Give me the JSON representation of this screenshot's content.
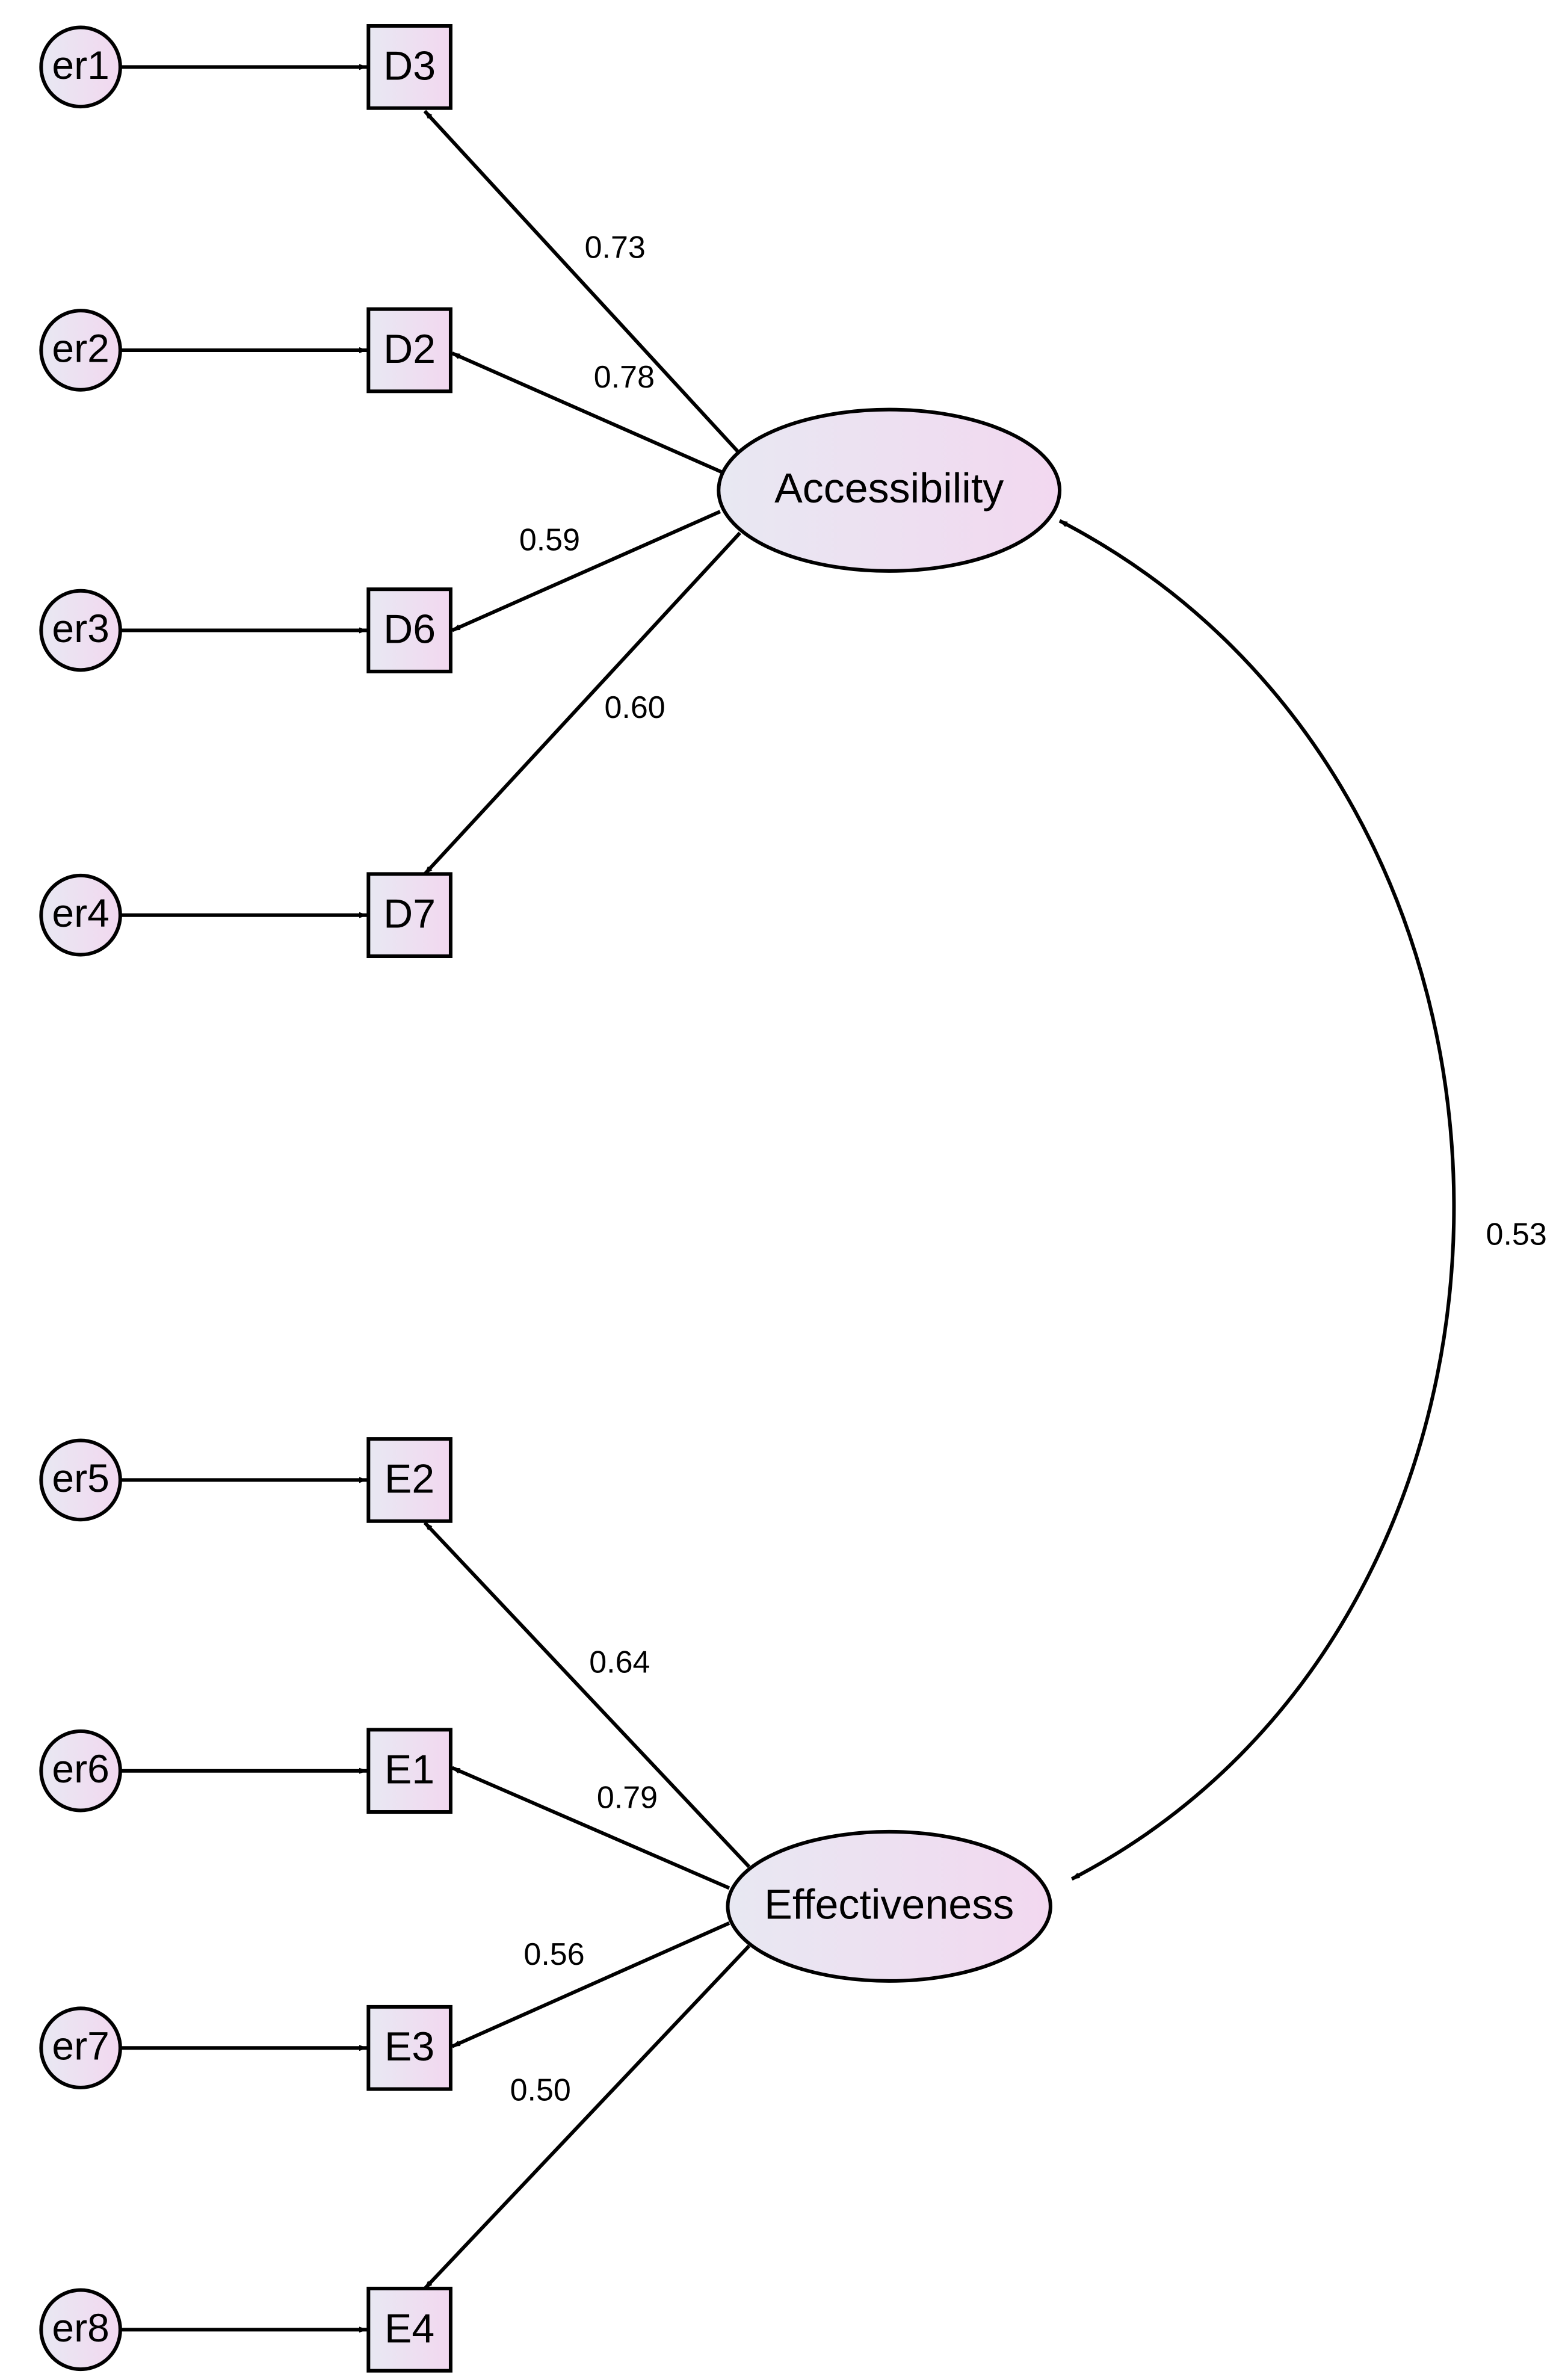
{
  "colors": {
    "background": "#ffffff",
    "stroke": "#000000",
    "node_fill_start": "#e8e8f2",
    "node_fill_end": "#f2d8f0"
  },
  "latents": [
    {
      "id": "acc",
      "label": "Accessibility"
    },
    {
      "id": "eff",
      "label": "Effectiveness"
    }
  ],
  "indicators": [
    {
      "id": "D3",
      "label": "D3"
    },
    {
      "id": "D2",
      "label": "D2"
    },
    {
      "id": "D6",
      "label": "D6"
    },
    {
      "id": "D7",
      "label": "D7"
    },
    {
      "id": "E2",
      "label": "E2"
    },
    {
      "id": "E1",
      "label": "E1"
    },
    {
      "id": "E3",
      "label": "E3"
    },
    {
      "id": "E4",
      "label": "E4"
    }
  ],
  "errors": [
    {
      "id": "er1",
      "label": "er1",
      "target": "D3"
    },
    {
      "id": "er2",
      "label": "er2",
      "target": "D2"
    },
    {
      "id": "er3",
      "label": "er3",
      "target": "D6"
    },
    {
      "id": "er4",
      "label": "er4",
      "target": "D7"
    },
    {
      "id": "er5",
      "label": "er5",
      "target": "E2"
    },
    {
      "id": "er6",
      "label": "er6",
      "target": "E1"
    },
    {
      "id": "er7",
      "label": "er7",
      "target": "E3"
    },
    {
      "id": "er8",
      "label": "er8",
      "target": "E4"
    }
  ],
  "loadings": [
    {
      "from": "acc",
      "to": "D3",
      "value": "0.73"
    },
    {
      "from": "acc",
      "to": "D2",
      "value": "0.78"
    },
    {
      "from": "acc",
      "to": "D6",
      "value": "0.59"
    },
    {
      "from": "acc",
      "to": "D7",
      "value": "0.60"
    },
    {
      "from": "eff",
      "to": "E2",
      "value": "0.64"
    },
    {
      "from": "eff",
      "to": "E1",
      "value": "0.79"
    },
    {
      "from": "eff",
      "to": "E3",
      "value": "0.56"
    },
    {
      "from": "eff",
      "to": "E4",
      "value": "0.50"
    }
  ],
  "covariance": {
    "from": "acc",
    "to": "eff",
    "value": "0.53"
  }
}
